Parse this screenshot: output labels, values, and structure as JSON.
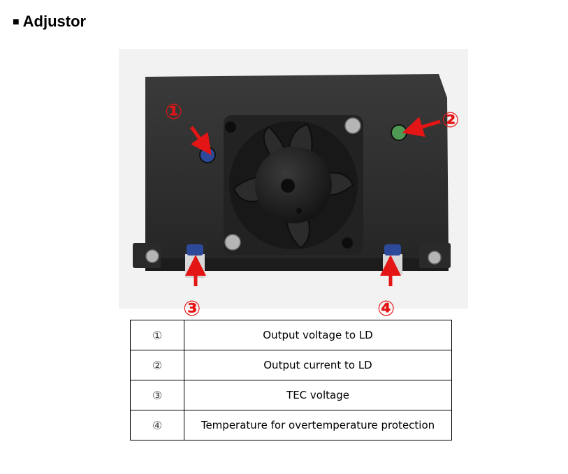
{
  "heading": {
    "bullet": "■",
    "title": "Adjustor"
  },
  "photo": {
    "callouts": [
      "①",
      "②",
      "③",
      "④"
    ],
    "colors": {
      "arrow": "#e41515",
      "housing": "#2e2e2e",
      "fan": "#1b1b1b",
      "knob_blue": "#2d4a9a",
      "knob_green": "#4e9a55"
    }
  },
  "table": {
    "rows": [
      {
        "num": "①",
        "desc": "Output voltage to LD"
      },
      {
        "num": "②",
        "desc": "Output current to LD"
      },
      {
        "num": "③",
        "desc": "TEC voltage"
      },
      {
        "num": "④",
        "desc": "Temperature for overtemperature protection"
      }
    ]
  }
}
